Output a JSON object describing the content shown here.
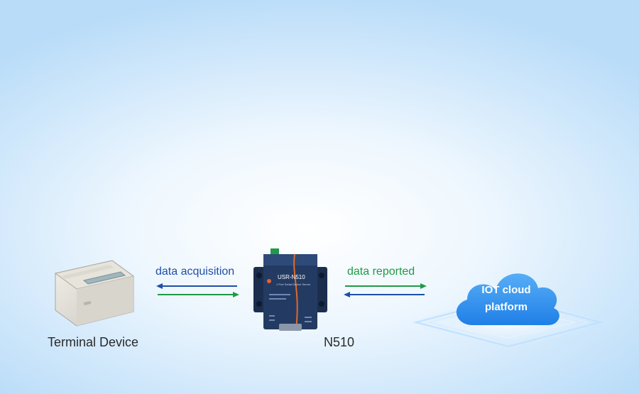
{
  "nodes": {
    "terminal": {
      "label": "Terminal Device"
    },
    "gateway": {
      "label": "N510",
      "brand_text": "USR-N510",
      "sub_text": "1 Port Serial Device Server"
    },
    "cloud": {
      "line1": "IOT cloud",
      "line2": "platform"
    }
  },
  "links": {
    "left": {
      "label": "data acquisition"
    },
    "right": {
      "label": "data reported"
    }
  },
  "colors": {
    "blue_arrow": "#1f4fa8",
    "green_arrow": "#1f9a47",
    "cloud": "#2a8ef0",
    "device_body": "#233b62"
  }
}
